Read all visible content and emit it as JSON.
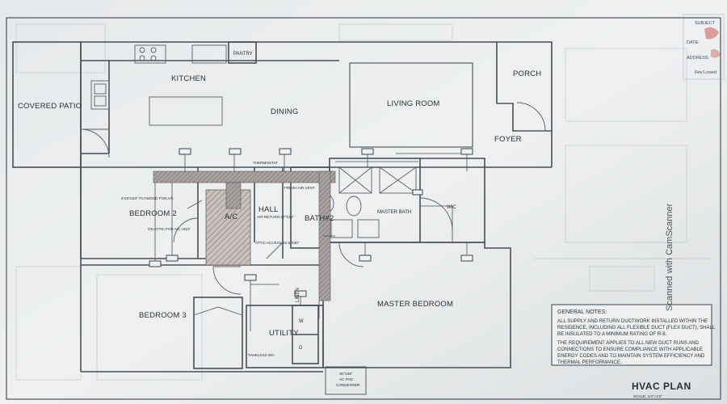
{
  "rooms": {
    "covered_patio": "COVERED PATIO",
    "kitchen": "KITCHEN",
    "pantry": "PANTRY",
    "dining": "DINING",
    "living_room": "LIVING ROOM",
    "porch": "PORCH",
    "foyer": "FOYER",
    "bedroom2": "BEDROOM 2",
    "ac": "A/C",
    "hall": "HALL",
    "bath2": "BATH#2",
    "master_bath": "MASTER BATH",
    "wic": "WIC",
    "bedroom3": "BEDROOM 3",
    "linen": "LINEN",
    "utility": "UTILITY",
    "master_bedroom": "MASTER BEDROOM",
    "washer": "W",
    "dryer": "D"
  },
  "callouts": {
    "plywood": "4'X8'X3/4\" PLYWOOD FOR A/C",
    "attic_unit": "ON ATTIC FOR A/C UNIT",
    "thermostat": "THERMOSTAT",
    "fresh_air": "FRESH AIR VENT",
    "air_return": "AIR RETURN 20\"X14\"",
    "attic_access": "ATTIC ACCESS 22.5\"X30\"",
    "tankless": "TANKLESS WH",
    "ac_pad_1": "36\"X36\"",
    "ac_pad_2": "AC PAD",
    "ac_pad_3": "CONDENSER"
  },
  "stamp": {
    "subject": "SUBJECT",
    "date": "DATE:",
    "address": "ADDRESS:",
    "reviewed": "Rev'Lowed"
  },
  "notes": {
    "title": "GENERAL NOTES:",
    "line1": "ALL SUPPLY AND RETURN DUCTWORK INSTALLED WITHIN THE",
    "line2": "RESIDENCE, INCLUDING ALL FLEXIBLE DUCT (FLEX DUCT), SHALL",
    "line3": "BE INSULATED TO A MINIMUM RATING OF R-8.",
    "line4": "THE REQUIREMENT APPLIES TO ALL NEW DUCT RUNS AND",
    "line5": "CONNECTIONS TO ENSURE COMPLIANCE WITH APPLICABLE",
    "line6": "ENERGY CODES AND TO MAINTAIN SYSTEM EFFICIENCY AND",
    "line7": "THERMAL PERFORMANCE."
  },
  "title_block": {
    "title": "HVAC PLAN",
    "scale": "SCALE: 1/4\"=1'0\""
  },
  "watermark": "Scanned with CamScanner"
}
